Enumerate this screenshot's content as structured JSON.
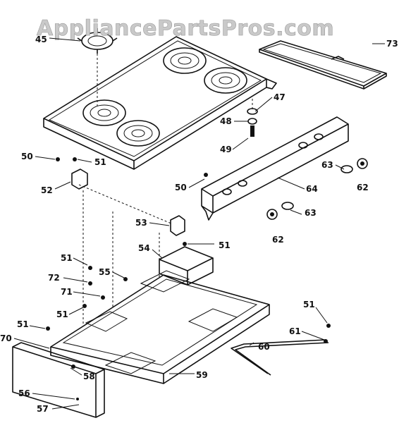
{
  "watermark": "AppliancePartsPros.com",
  "labels": [
    "45",
    "73",
    "47",
    "48",
    "49",
    "50",
    "51",
    "52",
    "63",
    "62",
    "64",
    "50",
    "63",
    "62",
    "53",
    "51",
    "54",
    "51",
    "55",
    "72",
    "71",
    "51",
    "51",
    "51",
    "61",
    "60",
    "70",
    "58",
    "59",
    "56",
    "57"
  ]
}
